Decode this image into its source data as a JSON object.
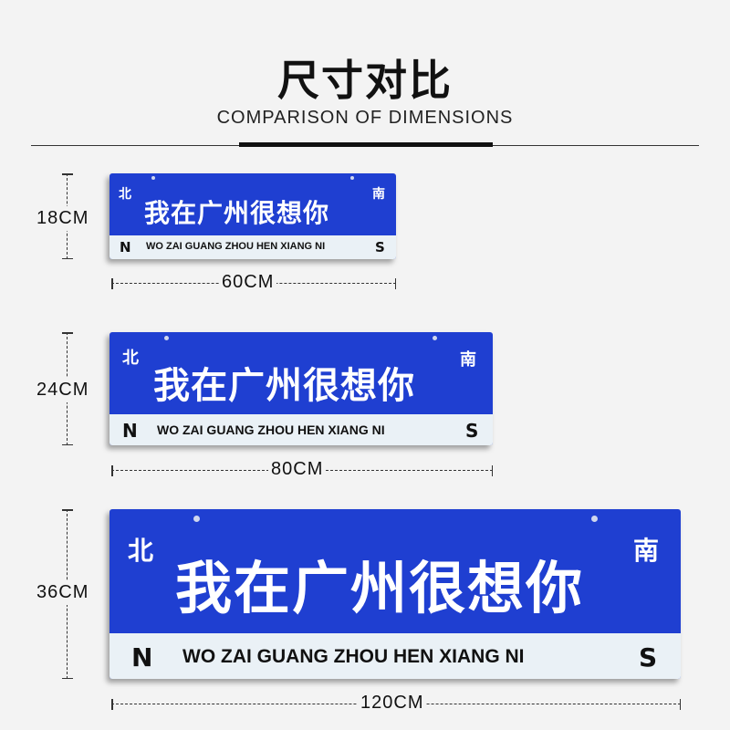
{
  "header": {
    "title_cn": "尺寸对比",
    "title_en": "COMPARISON OF DIMENSIONS"
  },
  "signs": [
    {
      "height_label": "18CM",
      "width_label": "60CM",
      "north_cn": "北",
      "south_cn": "南",
      "main_text": "我在广州很想你",
      "pinyin": "WO ZAI GUANG ZHOU HEN XIANG NI",
      "north_letter": "N",
      "south_letter": "S"
    },
    {
      "height_label": "24CM",
      "width_label": "80CM",
      "north_cn": "北",
      "south_cn": "南",
      "main_text": "我在广州很想你",
      "pinyin": "WO ZAI GUANG ZHOU HEN XIANG NI",
      "north_letter": "N",
      "south_letter": "S"
    },
    {
      "height_label": "36CM",
      "width_label": "120CM",
      "north_cn": "北",
      "south_cn": "南",
      "main_text": "我在广州很想你",
      "pinyin": "WO ZAI GUANG ZHOU HEN XIANG NI",
      "north_letter": "N",
      "south_letter": "S"
    }
  ],
  "colors": {
    "sign_blue": "#1f3fd1",
    "strip": "#eaf1f6",
    "background": "#f3f3f3"
  }
}
